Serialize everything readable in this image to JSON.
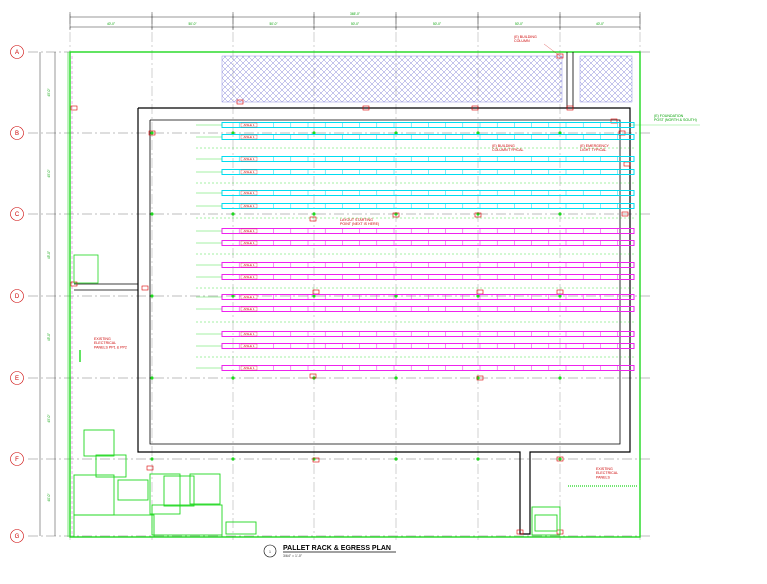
{
  "plan": {
    "title": "PALLET RACK & EGRESS PLAN",
    "scale": "3/64\" = 1'-0\"",
    "detail_number": "1",
    "grid_rows": [
      "A",
      "B",
      "C",
      "D",
      "E",
      "F",
      "G"
    ],
    "top_total_dim": "365'-0\"",
    "top_bay_dims": [
      "40'-0\"",
      "50'-0\"",
      "50'-0\"",
      "50'-0\"",
      "50'-0\"",
      "50'-0\"",
      "40'-0\""
    ],
    "left_dims": [
      "45'-0\"",
      "45'-0\"",
      "45'-0\"",
      "45'-0\"",
      "45'-0\"",
      "40'-0\""
    ],
    "rack_tag": "AISLE 1",
    "notes": {
      "building_column": "(E) BUILDING\nCOLUMN",
      "building_column_typical": "(E) BUILDING\nCOLUMN TYPICAL",
      "emergency_light": "(E) EMERGENCY\nLIGHT TYPICAL",
      "foundation": "(E) FOUNDATION\nPOST (NORTH & SOUTH)",
      "layout_starting": "LAYOUT STARTING\nPOINT (NEXT IS HERE)",
      "existing_panels_left": "EXISTING\nELECTRICAL\nPANELS PP1 & PP2",
      "existing_panels_right": "EXISTING\nELECTRICAL\nPANELS"
    }
  }
}
